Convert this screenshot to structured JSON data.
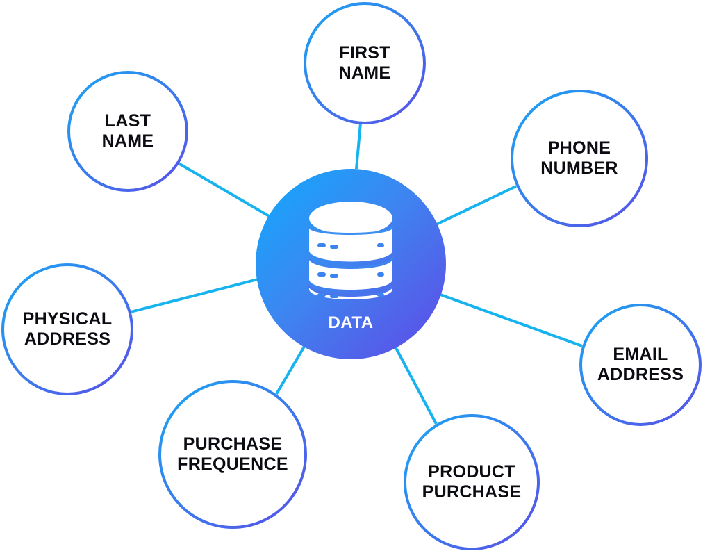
{
  "center": {
    "label": "DATA",
    "icon": "database-icon"
  },
  "nodes": [
    {
      "id": "first-name",
      "lines": [
        "FIRST",
        "NAME"
      ]
    },
    {
      "id": "last-name",
      "lines": [
        "LAST",
        "NAME"
      ]
    },
    {
      "id": "phone-number",
      "lines": [
        "PHONE",
        "NUMBER"
      ]
    },
    {
      "id": "physical-address",
      "lines": [
        "PHYSICAL",
        "ADDRESS"
      ]
    },
    {
      "id": "email-address",
      "lines": [
        "EMAIL",
        "ADDRESS"
      ]
    },
    {
      "id": "purchase-frequence",
      "lines": [
        "PURCHASE",
        "FREQUENCE"
      ]
    },
    {
      "id": "product-purchase",
      "lines": [
        "PRODUCT",
        "PURCHASE"
      ]
    }
  ],
  "colors": {
    "connector": "#16b3ee",
    "gradient_start": "#10aafd",
    "gradient_end": "#6048e6",
    "text": "#0b0b12"
  }
}
